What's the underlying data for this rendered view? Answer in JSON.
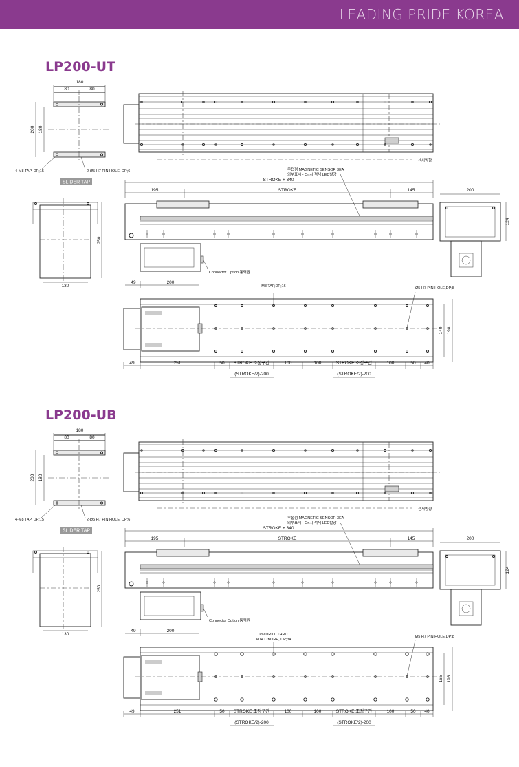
{
  "header": {
    "tagline": "LEADING PRIDE KOREA"
  },
  "sections": [
    {
      "title": "LP200-UT",
      "top_dims": [
        "180",
        "80",
        "80"
      ],
      "side_dims": [
        "200",
        "180"
      ],
      "tap_label": "4-M8 TAP, DP;15",
      "pin_label": "2-Ø5 H7 PIN HOLE, DP;6",
      "slider_tap": "SLIDER TAP",
      "direction_label": "센서방향",
      "sensor_label": "무접점 MAGNETIC SENSOR 3EA",
      "sensor_sub": "외부표시 - On시 적색 LED발광",
      "stroke_total": "STROKE + 340",
      "stroke": "STROKE",
      "left_dim": "195",
      "right_dim": "145",
      "end_width": "200",
      "end_height": "124",
      "block_height": "250",
      "block_width": "130",
      "conn_label": "Connector Option 통력원",
      "bottom_dims_a": [
        "49",
        "200"
      ],
      "hole_label": "M8 TAP,DP;16",
      "hole_label_2": "",
      "pin_hole_label": "Ø5 H7 PIN HOLE,DP;8",
      "plan_dims_v": [
        "140",
        "198"
      ],
      "plan_dims_h": [
        "49",
        "251",
        "50",
        "STROKE 조정구간",
        "100",
        "100",
        "STROKE 조정구간",
        "100",
        "50",
        "40"
      ],
      "half_stroke": [
        "(STROKE/2)-200",
        "(STROKE/2)-200"
      ]
    },
    {
      "title": "LP200-UB",
      "top_dims": [
        "180",
        "80",
        "80"
      ],
      "side_dims": [
        "200",
        "180"
      ],
      "tap_label": "4-M8 TAP, DP;15",
      "pin_label": "2-Ø5 H7 PIN HOLE, DP;6",
      "slider_tap": "SLIDER TAP",
      "direction_label": "센서방향",
      "sensor_label": "무접점 MAGNETIC SENSOR 3EA",
      "sensor_sub": "외부표시 - On시 적색 LED발광",
      "stroke_total": "STROKE + 340",
      "stroke": "STROKE",
      "left_dim": "195",
      "right_dim": "145",
      "end_width": "200",
      "end_height": "124",
      "block_height": "250",
      "block_width": "130",
      "conn_label": "Connector Option 통력원",
      "bottom_dims_a": [
        "49",
        "200"
      ],
      "hole_label": "Ø9 DRILL THRU",
      "hole_label_2": "Ø14 C'BORE, DP;34",
      "pin_hole_label": "Ø5 H7 PIN HOLE,DP;8",
      "plan_dims_v": [
        "165",
        "198"
      ],
      "plan_dims_h": [
        "49",
        "251",
        "50",
        "STROKE 조정구간",
        "100",
        "100",
        "STROKE 조정구간",
        "100",
        "50",
        "40"
      ],
      "half_stroke": [
        "(STROKE/2)-200",
        "(STROKE/2)-200"
      ]
    }
  ]
}
